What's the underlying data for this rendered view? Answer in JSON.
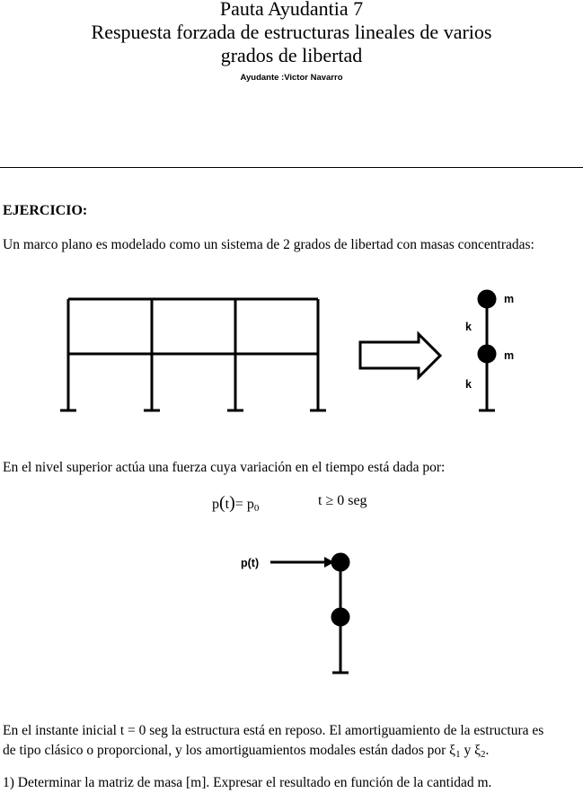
{
  "header": {
    "title_line1": "Pauta Ayudantia 7",
    "title_line2": "Respuesta forzada de estructuras lineales de varios",
    "title_line3": "grados de libertad",
    "assistant": "Ayudante :Victor Navarro"
  },
  "exercise": {
    "heading": "EJERCICIO:",
    "intro": "Un marco plano es modelado como un sistema de 2 grados de libertad con masas concentradas:",
    "model_labels": {
      "mass_top": "m",
      "mass_bottom": "m",
      "spring_top": "k",
      "spring_bottom": "k"
    },
    "force_intro": "En el nivel superior actúa una fuerza cuya variación en el tiempo está dada por:",
    "equation": {
      "lhs_p": "p",
      "lhs_open": "(",
      "lhs_t": "t",
      "lhs_close": ")",
      "equals": "=",
      "rhs": "p",
      "rhs_sub": "0",
      "condition": "t ≥ 0 seg"
    },
    "force_label": "p(t)",
    "conditions_line1": "En el instante inicial t = 0 seg la estructura está en reposo. El amortiguamiento de la estructura es",
    "conditions_line2_a": "de tipo clásico o proporcional, y los amortiguamientos modales están dados por ξ",
    "conditions_line2_sub1": "1",
    "conditions_line2_b": " y ξ",
    "conditions_line2_sub2": "2",
    "conditions_line2_end": ".",
    "question_1": "1)  Determinar la matriz de masa [m]. Expresar el resultado en función de la cantidad m."
  }
}
